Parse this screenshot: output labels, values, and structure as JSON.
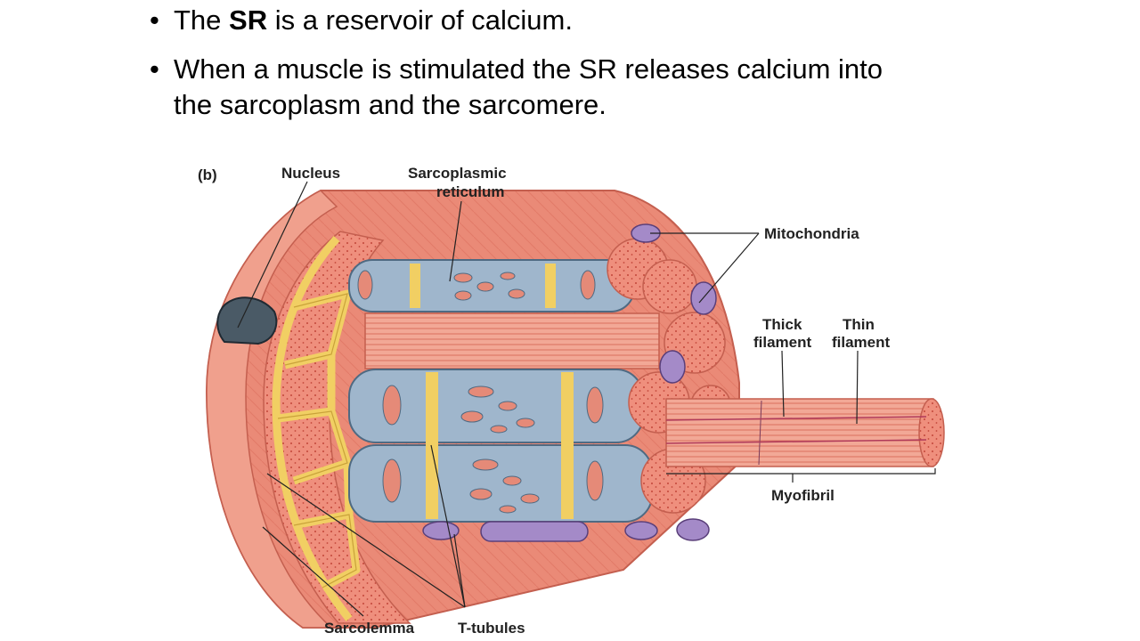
{
  "slide": {
    "bullets": [
      {
        "prefix": "The ",
        "bold": "SR",
        "suffix": " is a reservoir of calcium."
      },
      {
        "line1": "When a muscle is stimulated the SR releases calcium into",
        "line2": "the sarcoplasm and the sarcomere."
      }
    ]
  },
  "figure": {
    "panel_label": "(b)",
    "labels": {
      "nucleus": "Nucleus",
      "sr_line1": "Sarcoplasmic",
      "sr_line2": "reticulum",
      "mitochondria": "Mitochondria",
      "thick_line1": "Thick",
      "thick_line2": "filament",
      "thin_line1": "Thin",
      "thin_line2": "filament",
      "myofibril": "Myofibril",
      "sarcolemma": "Sarcolemma",
      "t_tubules": "T-tubules"
    },
    "colors": {
      "muscle": "#e9806f",
      "muscle_light": "#f3a594",
      "sr_blue": "#9fb6cc",
      "t_tubule_yellow": "#f1cf63",
      "mito_purple": "#a48ac8",
      "nucleus": "#4a5a66"
    }
  }
}
